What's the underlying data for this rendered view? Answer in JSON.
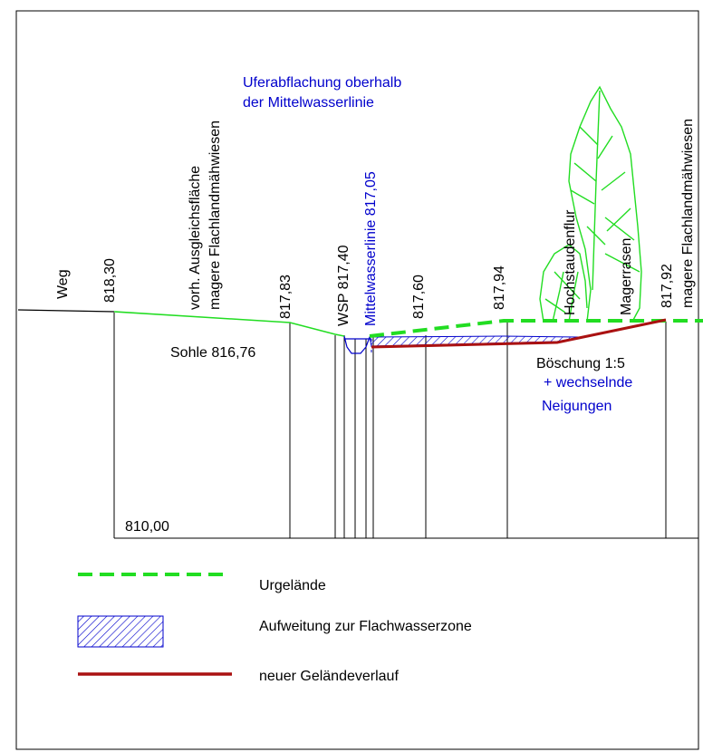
{
  "labels": {
    "weg": "Weg",
    "elev_818_30": "818,30",
    "ausgleich_line1": "vorh. Ausgleichsfläche",
    "ausgleich_line2": "magere Flachlandmähwiesen",
    "elev_817_83": "817,83",
    "wsp": "WSP 817,40",
    "mittelwasser": "Mittelwasserlinie 817,05",
    "uferabflachung_line1": "Uferabflachung oberhalb",
    "uferabflachung_line2": "der Mittelwasserlinie",
    "elev_817_60": "817,60",
    "elev_817_94": "817,94",
    "hochstaudenflur": "Hochstaudenflur",
    "magerrasen": "Magerrasen",
    "elev_817_92": "817,92",
    "flachland_right": "magere Flachlandmähwiesen",
    "sohle": "Sohle 816,76",
    "boeschung": "Böschung 1:5",
    "wechselnde_line1": "+ wechselnde",
    "wechselnde_line2": "Neigungen",
    "datum": "810,00"
  },
  "legend": {
    "urgelaende": "Urgelände",
    "aufweitung": "Aufweitung zur Flachwasserzone",
    "neuer": "neuer Geländeverlauf"
  },
  "colors": {
    "terrain": "#22dd22",
    "urgelaende": "#22dd22",
    "neuer": "#aa1111",
    "water": "#0000cc",
    "text": "#000000"
  }
}
